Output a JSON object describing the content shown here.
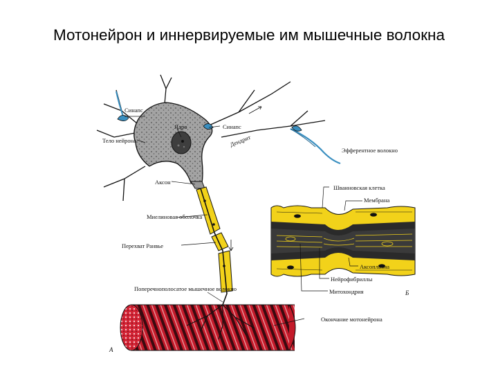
{
  "title": "Мотонейрон и иннервируемые им мышечные волокна",
  "labels": {
    "synapse_top": "Синапс",
    "nucleus": "Ядро",
    "synapse_right": "Синапс",
    "cell_body": "Тело нейрона",
    "dendrite": "Дендрит",
    "efferent_fiber": "Эфферентное волокно",
    "axon": "Аксон",
    "myelin_sheath": "Миелиновая оболочка",
    "node_ranvier": "Перехват Ранвье",
    "striated_muscle": "Поперечнополосатое мышечное волокно",
    "motor_endplate": "Окончание мотонейрона",
    "schwann_cell": "Шванновская клетка",
    "membrane": "Мембрана",
    "axoplasm": "Аксоплазма",
    "neurofibrils": "Нейрофибриллы",
    "mitochondria": "Митохондрия",
    "panel_a": "А",
    "panel_b": "Б"
  },
  "colors": {
    "soma": "#9a9a9a",
    "myelin": "#f2d21a",
    "muscle": "#c41a2a",
    "efferent": "#3a8fc0"
  }
}
